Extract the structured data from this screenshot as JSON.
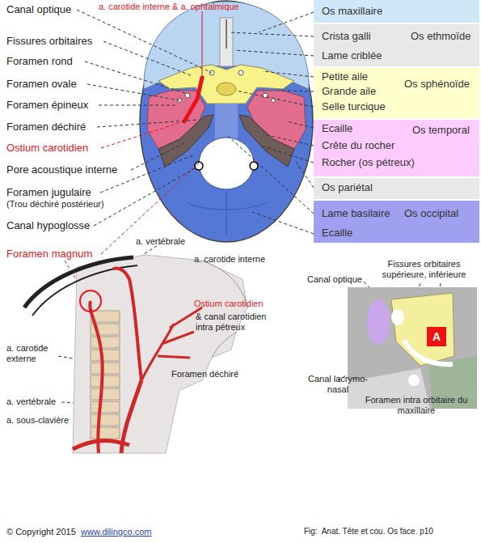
{
  "diagram": {
    "caption": "Fig:  Anat. Tête et cou. Os face. p10",
    "nodes": [
      {
        "text": [
          "Os maxillaire"
        ]
      },
      {
        "text": [
          "Os ethmoïde",
          "Crista galli",
          "Lame criblée"
        ]
      },
      {
        "text": [
          "Os sphénoïde",
          "Petite aile",
          "Grande aile",
          "Selle turcique"
        ]
      },
      {
        "text": [
          "Os temporal",
          "Ecaille",
          "Crête du rocher",
          "Rocher (os pétreux)"
        ]
      },
      {
        "text": [
          "Os pariétal"
        ]
      },
      {
        "text": [
          "Os occipital",
          "Lame basilaire",
          "Ecaille"
        ]
      },
      {
        "text": [
          "A"
        ]
      }
    ],
    "labels": [
      "Canal optique",
      "a. carotide interne & a. ophtalmique",
      "Fissures orbitaires",
      "Foramen rond",
      "Foramen ovale",
      "Foramen épineux",
      "Foramen déchiré",
      "Ostium carotidien",
      "Pore acoustique interne",
      "Foramen jugulaire",
      "(Trou déchiré postérieur)",
      "Canal hypoglosse",
      "Foramen magnum",
      "a. vertébrale",
      "a. carotide interne",
      "Ostium carotidien",
      "& canal carotidien intra pétreux",
      "a. carotide externe",
      "Foramen déchiré",
      "a. vertébrale",
      "a. sous-clavière",
      "Canal optique",
      "Fissures orbitaires supérieure, inférieure",
      "Canal lacrymo-nasal",
      "Foramen intra orbitaire du maxillaire",
      "© Copyright 2015",
      "www.dilingco.com"
    ]
  }
}
